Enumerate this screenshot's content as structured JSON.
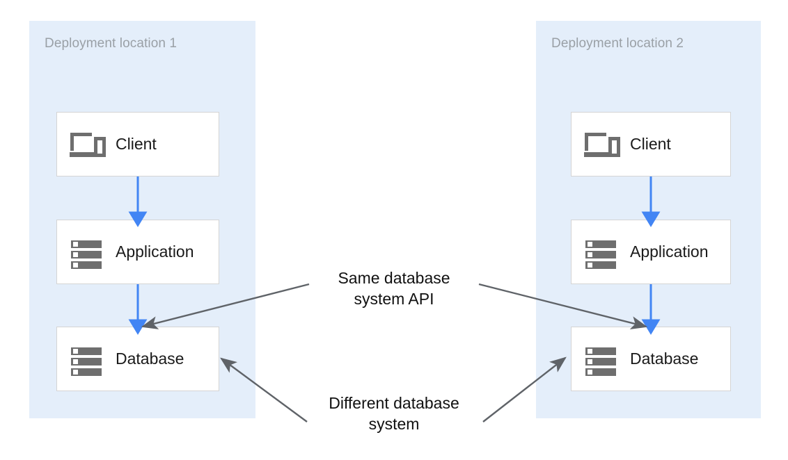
{
  "diagram": {
    "title_visible": false,
    "colors": {
      "zone_background": "#e4eefa",
      "node_background": "#ffffff",
      "node_border": "#d4d4d4",
      "flow_arrow": "#4285f4",
      "annotation_arrow": "#5f6368",
      "zone_title_text": "#9aa0a6",
      "node_label_text": "#1a1a1a",
      "icon_gray": "#6e6e6e",
      "page_background": "#ffffff"
    },
    "zones": [
      {
        "id": "zone1",
        "title": "Deployment location 1"
      },
      {
        "id": "zone2",
        "title": "Deployment location 2"
      }
    ],
    "nodes": [
      {
        "id": "client1",
        "label": "Client",
        "icon": "devices-icon",
        "zone": "zone1"
      },
      {
        "id": "app1",
        "label": "Application",
        "icon": "server-icon",
        "zone": "zone1"
      },
      {
        "id": "database1",
        "label": "Database",
        "icon": "server-icon",
        "zone": "zone1"
      },
      {
        "id": "client2",
        "label": "Client",
        "icon": "devices-icon",
        "zone": "zone2"
      },
      {
        "id": "app2",
        "label": "Application",
        "icon": "server-icon",
        "zone": "zone2"
      },
      {
        "id": "database2",
        "label": "Database",
        "icon": "server-icon",
        "zone": "zone2"
      }
    ],
    "flows": [
      {
        "from": "client1",
        "to": "app1",
        "style": "blue-arrow-down"
      },
      {
        "from": "app1",
        "to": "database1",
        "style": "blue-arrow-down"
      },
      {
        "from": "client2",
        "to": "app2",
        "style": "blue-arrow-down"
      },
      {
        "from": "app2",
        "to": "database2",
        "style": "blue-arrow-down"
      }
    ],
    "annotations": [
      {
        "id": "same-api",
        "line1": "Same database",
        "line2": "system API",
        "points_to": [
          "database1",
          "database2"
        ]
      },
      {
        "id": "different-system",
        "line1": "Different database",
        "line2": "system",
        "points_to": [
          "database1",
          "database2"
        ]
      }
    ]
  }
}
